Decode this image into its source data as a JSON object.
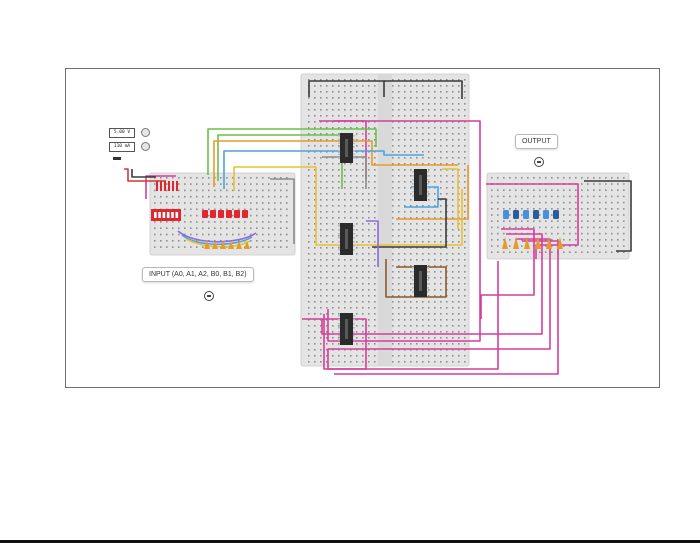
{
  "input_label": "INPUT (A0, A1, A2, B0, B1, B2)",
  "output_label": "OUTPUT",
  "power_supply": {
    "voltage": "5.00 V",
    "current": "110 mA"
  },
  "icons": {
    "collapse": "minus-circle-icon",
    "knob": "knob-icon"
  },
  "colors": {
    "wire_pink": "#d43f9a",
    "wire_green": "#6ac147",
    "wire_orange": "#e79a2c",
    "wire_blue": "#4aa3e0",
    "wire_yellow": "#e6c235",
    "dip_switch": "#e0262f",
    "led_output": "#4a90d9",
    "led_input": "#e0262f"
  }
}
